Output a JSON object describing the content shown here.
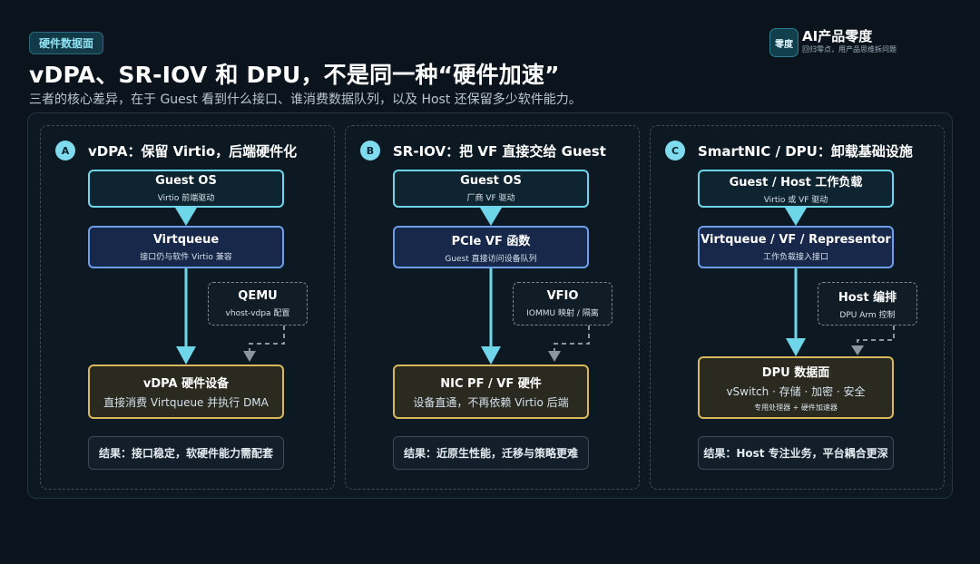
{
  "header": {
    "tag": "硬件数据面",
    "title": "vDPA、SR-IOV 和 DPU，不是同一种“硬件加速”",
    "subtitle": "三者的核心差异，在于 Guest 看到什么接口、谁消费数据队列，以及 Host 还保留多少软件能力。"
  },
  "brand": {
    "logo_text": "零度",
    "name": "AI产品零度",
    "tagline": "回归零点，用产品思维拆问题"
  },
  "panels": [
    {
      "badge": "A",
      "title": "vDPA：保留 Virtio，后端硬件化",
      "top_box": {
        "title": "Guest OS",
        "sub": "Virtio 前端驱动"
      },
      "mid_box": {
        "title": "Virtqueue",
        "sub": "接口仍与软件 Virtio 兼容"
      },
      "side_box": {
        "title": "QEMU",
        "sub": "vhost-vdpa 配置"
      },
      "hw_box": {
        "title": "vDPA 硬件设备",
        "sub": "直接消费 Virtqueue 并执行 DMA",
        "sub2": ""
      },
      "result": "结果：接口稳定，软硬件能力需配套"
    },
    {
      "badge": "B",
      "title": "SR-IOV：把 VF 直接交给 Guest",
      "top_box": {
        "title": "Guest OS",
        "sub": "厂商 VF 驱动"
      },
      "mid_box": {
        "title": "PCIe VF 函数",
        "sub": "Guest 直接访问设备队列"
      },
      "side_box": {
        "title": "VFIO",
        "sub": "IOMMU 映射 / 隔离"
      },
      "hw_box": {
        "title": "NIC PF / VF 硬件",
        "sub": "设备直通，不再依赖 Virtio 后端",
        "sub2": ""
      },
      "result": "结果：近原生性能，迁移与策略更难"
    },
    {
      "badge": "C",
      "title": "SmartNIC / DPU：卸载基础设施",
      "top_box": {
        "title": "Guest / Host 工作负载",
        "sub": "Virtio 或 VF 驱动"
      },
      "mid_box": {
        "title": "Virtqueue / VF / Representor",
        "sub": "工作负载接入接口"
      },
      "side_box": {
        "title": "Host 编排",
        "sub": "DPU Arm 控制"
      },
      "hw_box": {
        "title": "DPU 数据面",
        "sub": "vSwitch · 存储 · 加密 · 安全",
        "sub2": "专用处理器 + 硬件加速器"
      },
      "result": "结果：Host 专注业务，平台耦合更深"
    }
  ],
  "colors": {
    "background": "#0b141c",
    "accent_cyan": "#6fd6ea",
    "accent_blue": "#6d9eec",
    "accent_gold": "#d8b85a",
    "badge": "#7fdbee"
  }
}
